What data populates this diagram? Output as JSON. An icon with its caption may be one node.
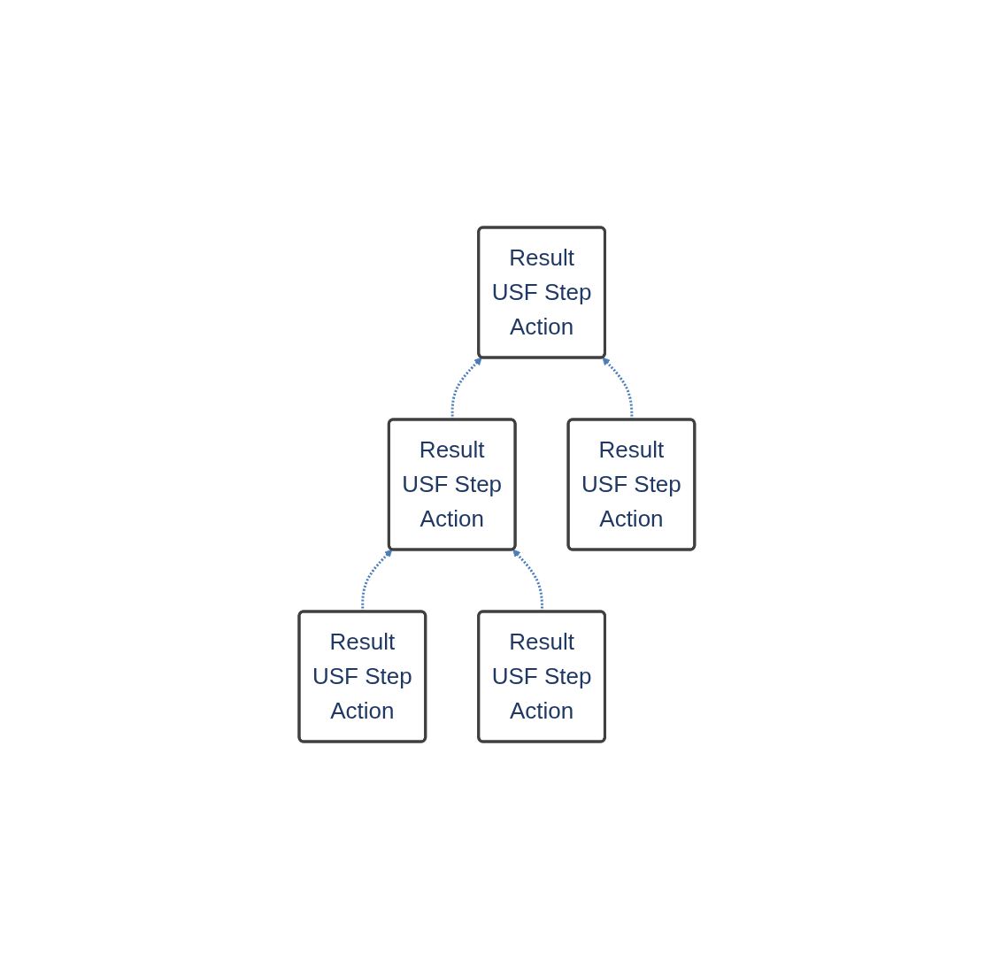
{
  "diagram": {
    "nodes": [
      {
        "text": [
          "Result",
          "USF Step",
          "Action"
        ]
      },
      {
        "text": [
          "Result",
          "USF Step",
          "Action"
        ]
      },
      {
        "text": [
          "Result",
          "USF Step",
          "Action"
        ]
      },
      {
        "text": [
          "Result",
          "USF Step",
          "Action"
        ]
      },
      {
        "text": [
          "Result",
          "USF Step",
          "Action"
        ]
      }
    ],
    "edges": [
      {
        "from": 1,
        "to": 0,
        "arrow": "to",
        "style": "dashed"
      },
      {
        "from": 2,
        "to": 0,
        "arrow": "to",
        "style": "dashed"
      },
      {
        "from": 3,
        "to": 1,
        "arrow": "to",
        "style": "dashed"
      },
      {
        "from": 4,
        "to": 1,
        "arrow": "to",
        "style": "dashed"
      }
    ]
  }
}
